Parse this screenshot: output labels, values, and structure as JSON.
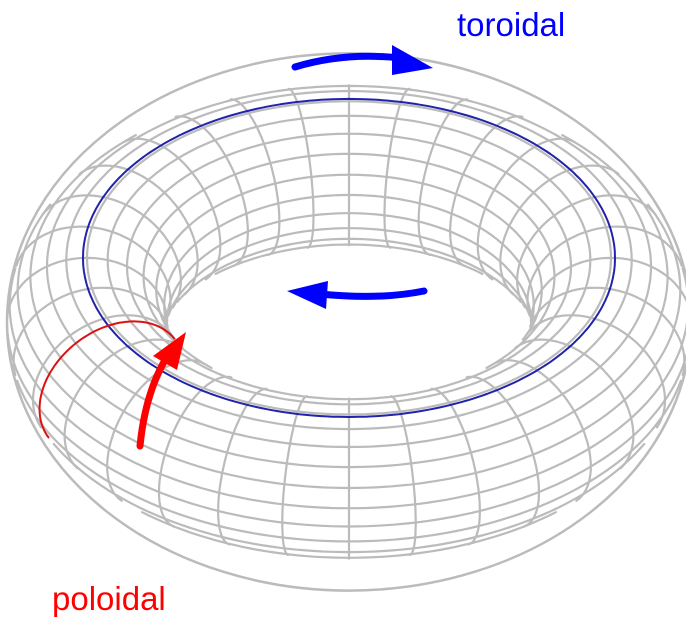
{
  "labels": {
    "toroidal": "toroidal",
    "poloidal": "poloidal"
  },
  "colors": {
    "background": "#ffffff",
    "wireframe": "#bbbbbb",
    "toroidal": "#0000ff",
    "toroidal_circle": "#2222aa",
    "poloidal": "#ff0000",
    "poloidal_line": "#dd1111"
  },
  "icons": {
    "toroidal_arrows": "curved-arrow-icon",
    "poloidal_arrow": "curved-arrow-icon"
  },
  "torus": {
    "toroidal_divisions": 32,
    "poloidal_divisions": 24
  }
}
